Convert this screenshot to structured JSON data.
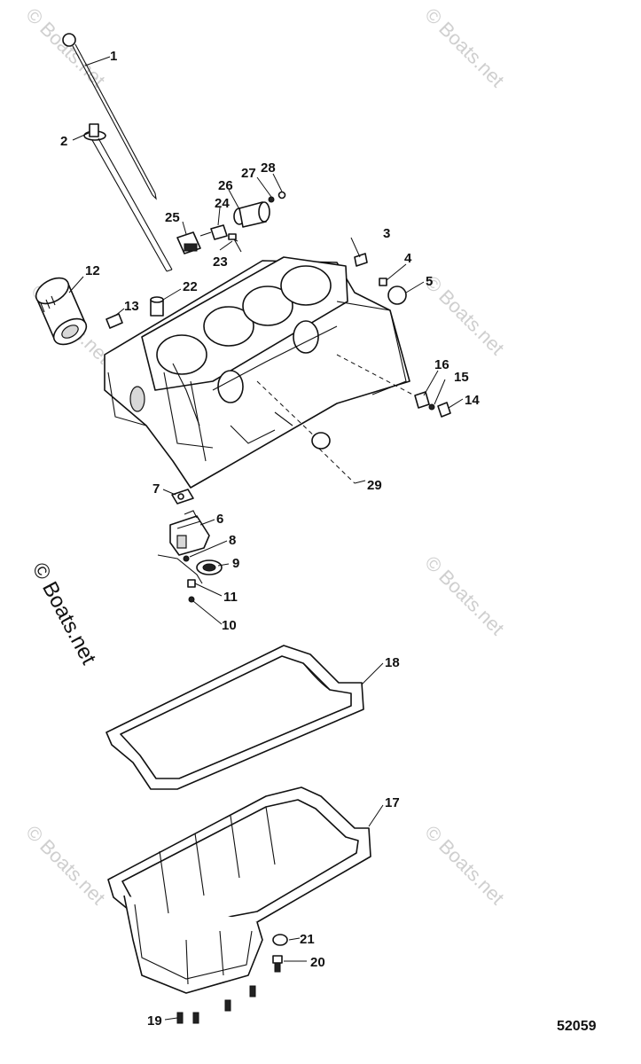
{
  "figure_number": "52059",
  "watermark": {
    "main": "© Boats.net",
    "faint": "© Boats.net"
  },
  "callouts": [
    {
      "id": "1",
      "label": "1"
    },
    {
      "id": "2",
      "label": "2"
    },
    {
      "id": "3",
      "label": "3"
    },
    {
      "id": "4",
      "label": "4"
    },
    {
      "id": "5",
      "label": "5"
    },
    {
      "id": "6",
      "label": "6"
    },
    {
      "id": "7",
      "label": "7"
    },
    {
      "id": "8",
      "label": "8"
    },
    {
      "id": "9",
      "label": "9"
    },
    {
      "id": "10",
      "label": "10"
    },
    {
      "id": "11",
      "label": "11"
    },
    {
      "id": "12",
      "label": "12"
    },
    {
      "id": "13",
      "label": "13"
    },
    {
      "id": "14",
      "label": "14"
    },
    {
      "id": "15",
      "label": "15"
    },
    {
      "id": "16",
      "label": "16"
    },
    {
      "id": "17",
      "label": "17"
    },
    {
      "id": "18",
      "label": "18"
    },
    {
      "id": "19",
      "label": "19"
    },
    {
      "id": "20",
      "label": "20"
    },
    {
      "id": "21",
      "label": "21"
    },
    {
      "id": "22",
      "label": "22"
    },
    {
      "id": "23",
      "label": "23"
    },
    {
      "id": "24",
      "label": "24"
    },
    {
      "id": "25",
      "label": "25"
    },
    {
      "id": "26",
      "label": "26"
    },
    {
      "id": "27",
      "label": "27"
    },
    {
      "id": "28",
      "label": "28"
    },
    {
      "id": "29",
      "label": "29"
    }
  ]
}
